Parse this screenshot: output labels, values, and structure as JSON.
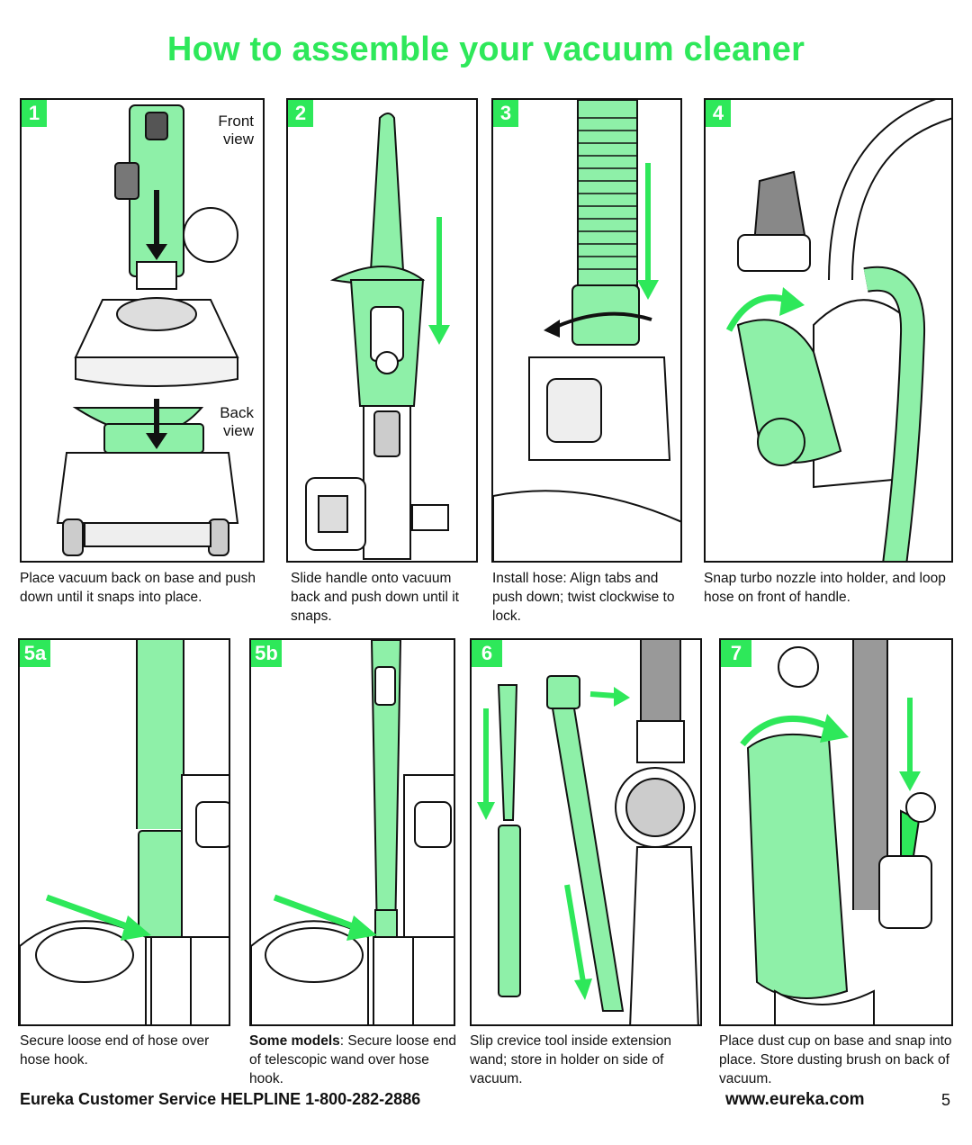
{
  "title": "How to assemble your vacuum cleaner",
  "colors": {
    "accent": "#2ee85a",
    "illustration_fill": "#8ef0a8",
    "line": "#111111"
  },
  "steps": [
    {
      "badge": "1",
      "caption": "Place vacuum back on base and push down until it snaps into place.",
      "front_label": "Front view",
      "back_label": "Back view"
    },
    {
      "badge": "2",
      "caption": "Slide handle onto vacuum back and push down until it snaps."
    },
    {
      "badge": "3",
      "caption": "Install hose: Align tabs and push down; twist clockwise to lock."
    },
    {
      "badge": "4",
      "caption": "Snap turbo nozzle into holder, and loop hose on front of handle."
    },
    {
      "badge": "5a",
      "caption": "Secure loose end of hose over hose hook."
    },
    {
      "badge": "5b",
      "caption_bold": "Some models",
      "caption": ": Secure loose end of telescopic wand over hose hook."
    },
    {
      "badge": "6",
      "caption": "Slip crevice tool inside extension wand; store in holder on side of vacuum."
    },
    {
      "badge": "7",
      "caption": "Place dust cup on base and snap into place. Store dusting brush on back of vacuum."
    }
  ],
  "footer": {
    "helpline": "Eureka Customer Service HELPLINE 1-800-282-2886",
    "url": "www.eureka.com",
    "page_number": "5"
  }
}
